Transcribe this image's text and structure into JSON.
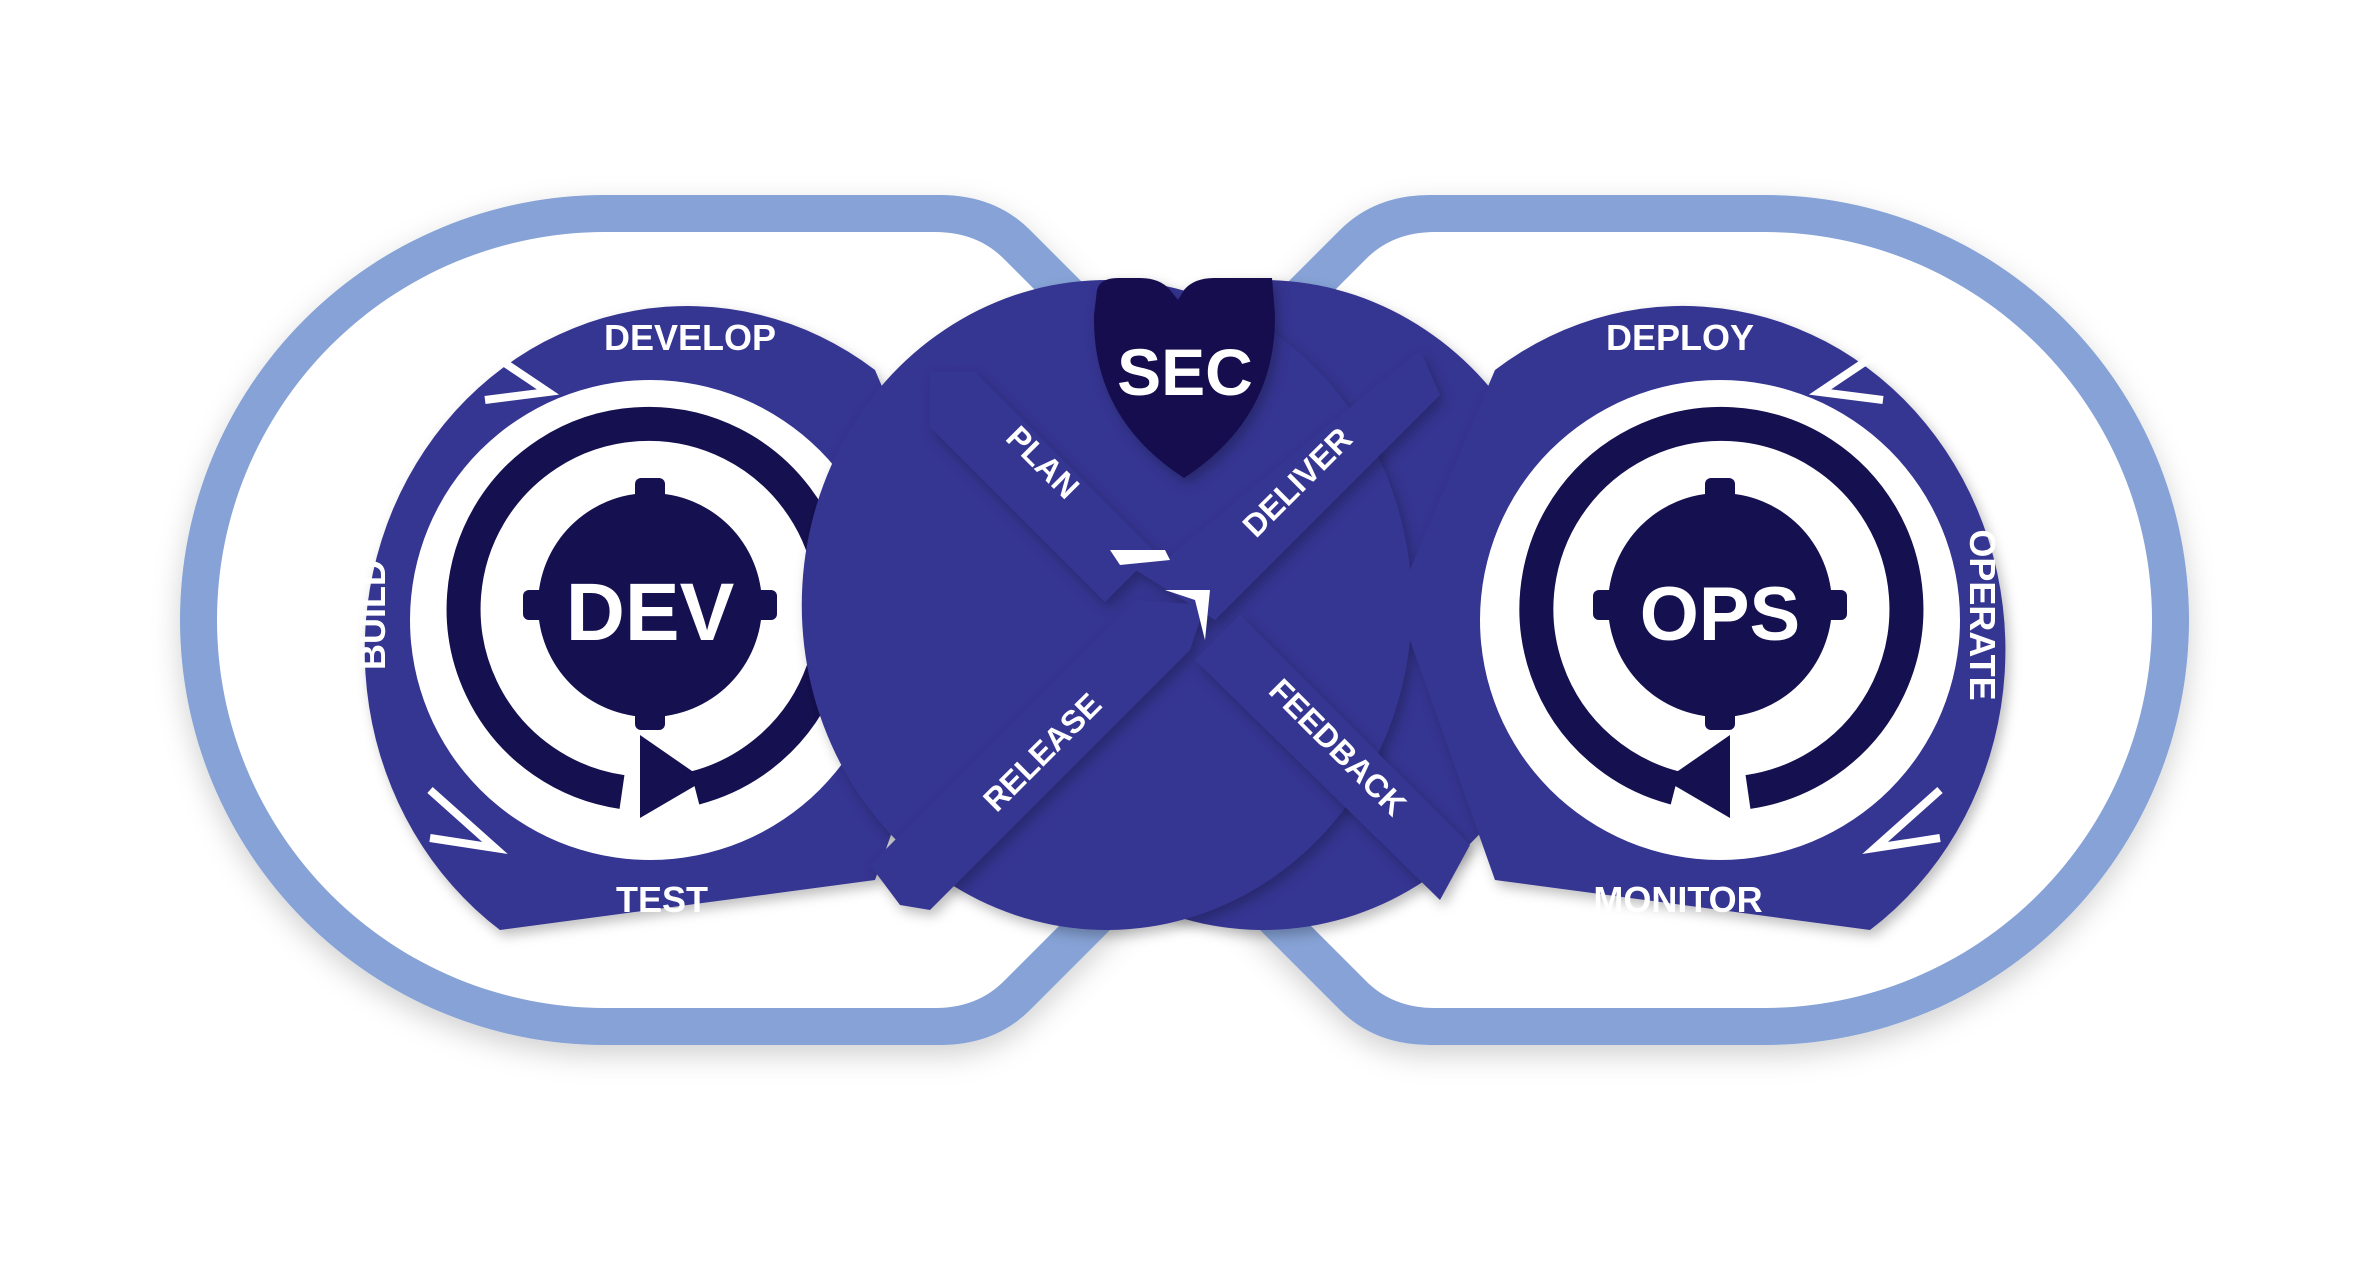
{
  "colors": {
    "ring_outer": "#86a2d6",
    "band": "#363592",
    "emblem": "#15104f",
    "label": "#ffffff",
    "background": "#ffffff"
  },
  "center": {
    "label": "SEC",
    "icon": "shield-icon"
  },
  "left_loop": {
    "label": "DEV",
    "icon": "gear-icon",
    "stages": {
      "top": "DEVELOP",
      "left": "BUILD",
      "bottom": "TEST"
    }
  },
  "right_loop": {
    "label": "OPS",
    "icon": "gear-icon",
    "stages": {
      "top": "DEPLOY",
      "right": "OPERATE",
      "bottom": "MONITOR"
    }
  },
  "cross": {
    "plan": "PLAN",
    "deliver": "DELIVER",
    "release": "RELEASE",
    "feedback": "FEEDBACK"
  }
}
